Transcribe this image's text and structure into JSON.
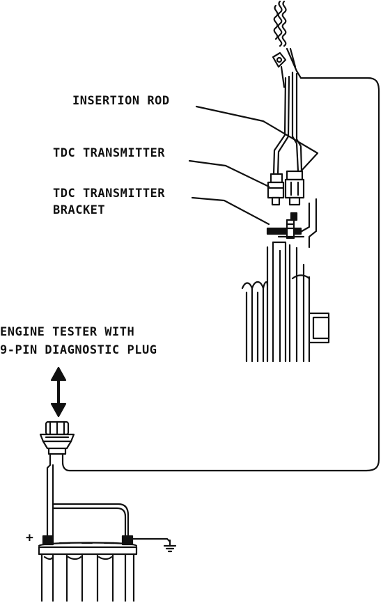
{
  "labels": {
    "insertion_rod": "INSERTION ROD",
    "tdc_transmitter": "TDC TRANSMITTER",
    "tdc_bracket_line1": "TDC TRANSMITTER",
    "tdc_bracket_line2": "BRACKET",
    "engine_tester_line1": "ENGINE TESTER WITH",
    "engine_tester_line2": "9-PIN DIAGNOSTIC PLUG",
    "battery_positive": "+"
  },
  "colors": {
    "ink": "#111111",
    "background": "#ffffff"
  }
}
